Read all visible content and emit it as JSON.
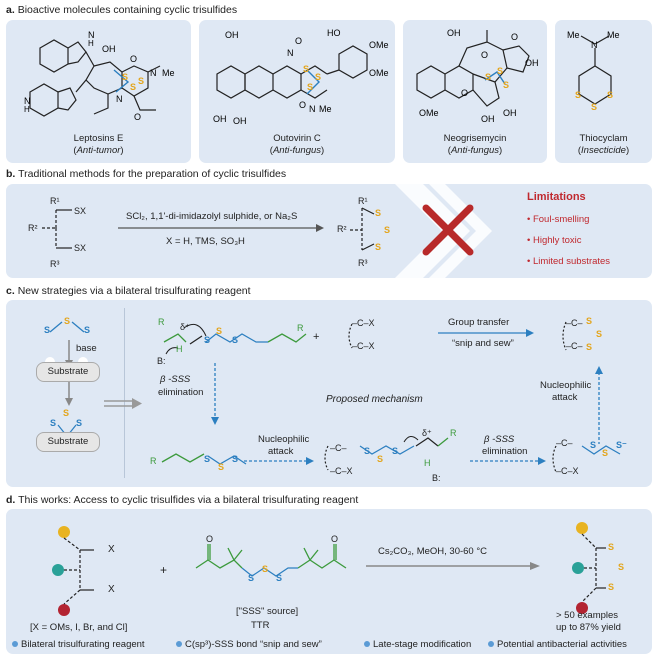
{
  "section_a": {
    "title_letter": "a.",
    "title": "Bioactive molecules containing cyclic trisulfides",
    "molecules": [
      {
        "name": "Leptosins E",
        "activity": "Anti-tumor"
      },
      {
        "name": "Outovirin C",
        "activity": "Anti-fungus"
      },
      {
        "name": "Neogrisemycin",
        "activity": "Anti-fungus"
      },
      {
        "name": "Thiocyclam",
        "activity": "Insecticide"
      }
    ],
    "atom_labels": {
      "oh": "OH",
      "o": "O",
      "n": "N",
      "me": "Me",
      "ome": "OMe",
      "s": "S",
      "h": "H"
    },
    "nn": "N",
    "n_me": "Me"
  },
  "section_b": {
    "title_letter": "b.",
    "title": "Traditional methods for the preparation of cyclic trisulfides",
    "reagents_line1": "SCl₂, 1,1'-di-imidazolyl sulphide, or Na₂S",
    "reagents_line2": "X = H, TMS, SO₃H",
    "r1": "R¹",
    "r2": "R²",
    "r3": "R³",
    "sx": "SX",
    "s": "S",
    "limitations_title": "Limitations",
    "limitations": [
      "Foul-smelling",
      "Highly toxic",
      "Limited substrates"
    ]
  },
  "section_c": {
    "title_letter": "c.",
    "title": "New strategies via a bilateral trisulfurating reagent",
    "base": "base",
    "substrate": "Substrate",
    "s": "S",
    "r": "R",
    "b_minus": "B:",
    "h": "H",
    "delta_plus": "δ⁺",
    "plus": "+",
    "c": "C",
    "x": "X",
    "group_transfer": "Group transfer",
    "snip_and_sew": "“snip and sew”",
    "beta_sss": "β -SSS",
    "elimination": "elimination",
    "nucleophilic": "Nucleophilic",
    "attack": "attack",
    "proposed_mechanism": "Proposed mechanism",
    "s_minus": "S⁻"
  },
  "section_d": {
    "title_letter": "d.",
    "title": "This works: Access to cyclic trisulfides via a bilateral trisulfurating reagent",
    "x_list": "[X = OMs, I, Br, and Cl]",
    "x": "X",
    "plus": "+",
    "o": "O",
    "s": "S",
    "sss_source": "[\"SSS\" source]",
    "ttr": "TTR",
    "conditions": "Cs₂CO₃, MeOH, 30-60 °C",
    "result_line1": "> 50 examples",
    "result_line2": "up to 87% yield",
    "bullets": [
      "Bilateral trisulfurating reagent",
      "C(sp³)-SSS bond “snip and sew”",
      "Late-stage modification",
      "Potential antibacterial activities"
    ]
  },
  "colors": {
    "panel": "#dfe8f4",
    "sulfur": "#e3a51c",
    "blue": "#2c7fc0",
    "red": "#c0282e",
    "green": "#3c9a3c",
    "dot_yellow": "#e8b321",
    "dot_teal": "#2aa198",
    "dot_red": "#b32432"
  }
}
